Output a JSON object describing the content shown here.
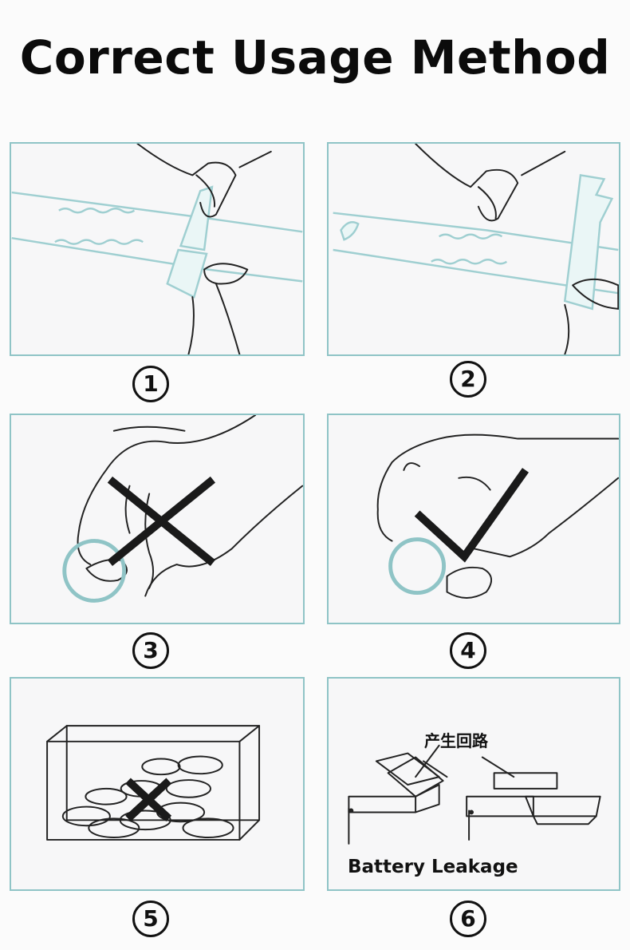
{
  "page": {
    "title": "Correct Usage Method"
  },
  "steps": [
    {
      "number": "1"
    },
    {
      "number": "2"
    },
    {
      "number": "3"
    },
    {
      "number": "4"
    },
    {
      "number": "5"
    },
    {
      "number": "6"
    }
  ],
  "panel6": {
    "circuit_label": "产生回路",
    "warning": "Battery Leakage"
  },
  "colors": {
    "panel_border": "#8fc4c6",
    "ink": "#111111"
  }
}
